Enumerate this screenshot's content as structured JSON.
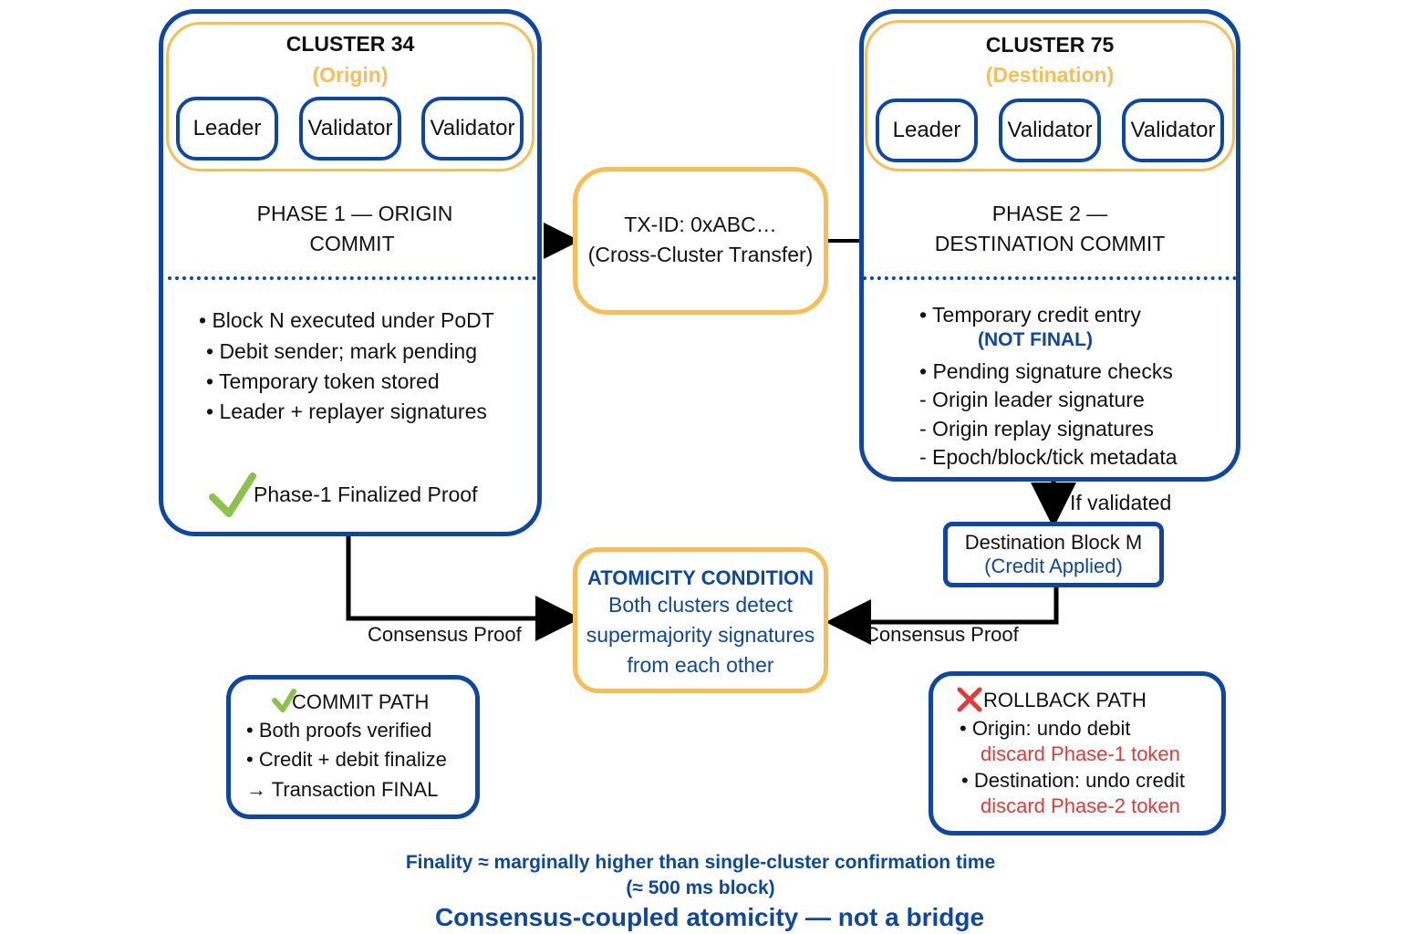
{
  "origin": {
    "title": "CLUSTER 34",
    "role": "(Origin)",
    "nodes": [
      "Leader",
      "Validator",
      "Validator"
    ],
    "phase": [
      "PHASE 1 — ORIGIN",
      "COMMIT"
    ],
    "items": [
      "• Block N executed under PoDT",
      "• Debit sender; mark pending",
      "• Temporary token stored",
      "• Leader + replayer signatures"
    ],
    "proof": "Phase-1 Finalized Proof"
  },
  "destination": {
    "title": "CLUSTER 75",
    "role": "(Destination)",
    "nodes": [
      "Leader",
      "Validator",
      "Validator"
    ],
    "phase": [
      "PHASE 2 —",
      "DESTINATION COMMIT"
    ],
    "items": [
      "• Temporary credit entry",
      "(NOT FINAL)",
      "• Pending signature checks",
      "- Origin leader signature",
      "- Origin replay signatures",
      "- Epoch/block/tick metadata"
    ]
  },
  "tx": {
    "line1": "TX-ID: 0xABC…",
    "line2": "(Cross-Cluster Transfer)"
  },
  "if_validated": "If validated",
  "dest_block": {
    "line1": "Destination Block M",
    "line2": "(Credit Applied)"
  },
  "atomicity": {
    "title": "ATOMICITY CONDITION",
    "lines": [
      "Both clusters detect",
      "supermajority signatures",
      "from each other"
    ]
  },
  "consensus_left": "Consensus Proof",
  "consensus_right": "Consensus Proof",
  "commit": {
    "title": "COMMIT PATH",
    "items": [
      "• Both proofs verified",
      "• Credit + debit finalize",
      "→ Transaction FINAL"
    ]
  },
  "rollback": {
    "title": "ROLLBACK PATH",
    "items": [
      "• Origin: undo debit",
      "discard Phase-1 token",
      "• Destination: undo credit",
      "discard Phase-2 token"
    ]
  },
  "footer": {
    "line1": "Finality ≈ marginally higher than single-cluster confirmation time",
    "line2": "(≈ 500 ms block)",
    "line3": "Consensus-coupled atomicity — not a bridge"
  },
  "colors": {
    "blue": "#0d47a1",
    "orange": "#f8bd55",
    "red": "#e53935",
    "green": "#8bc34a"
  },
  "icons": [
    "check-icon",
    "cross-icon",
    "arrow-icon"
  ]
}
